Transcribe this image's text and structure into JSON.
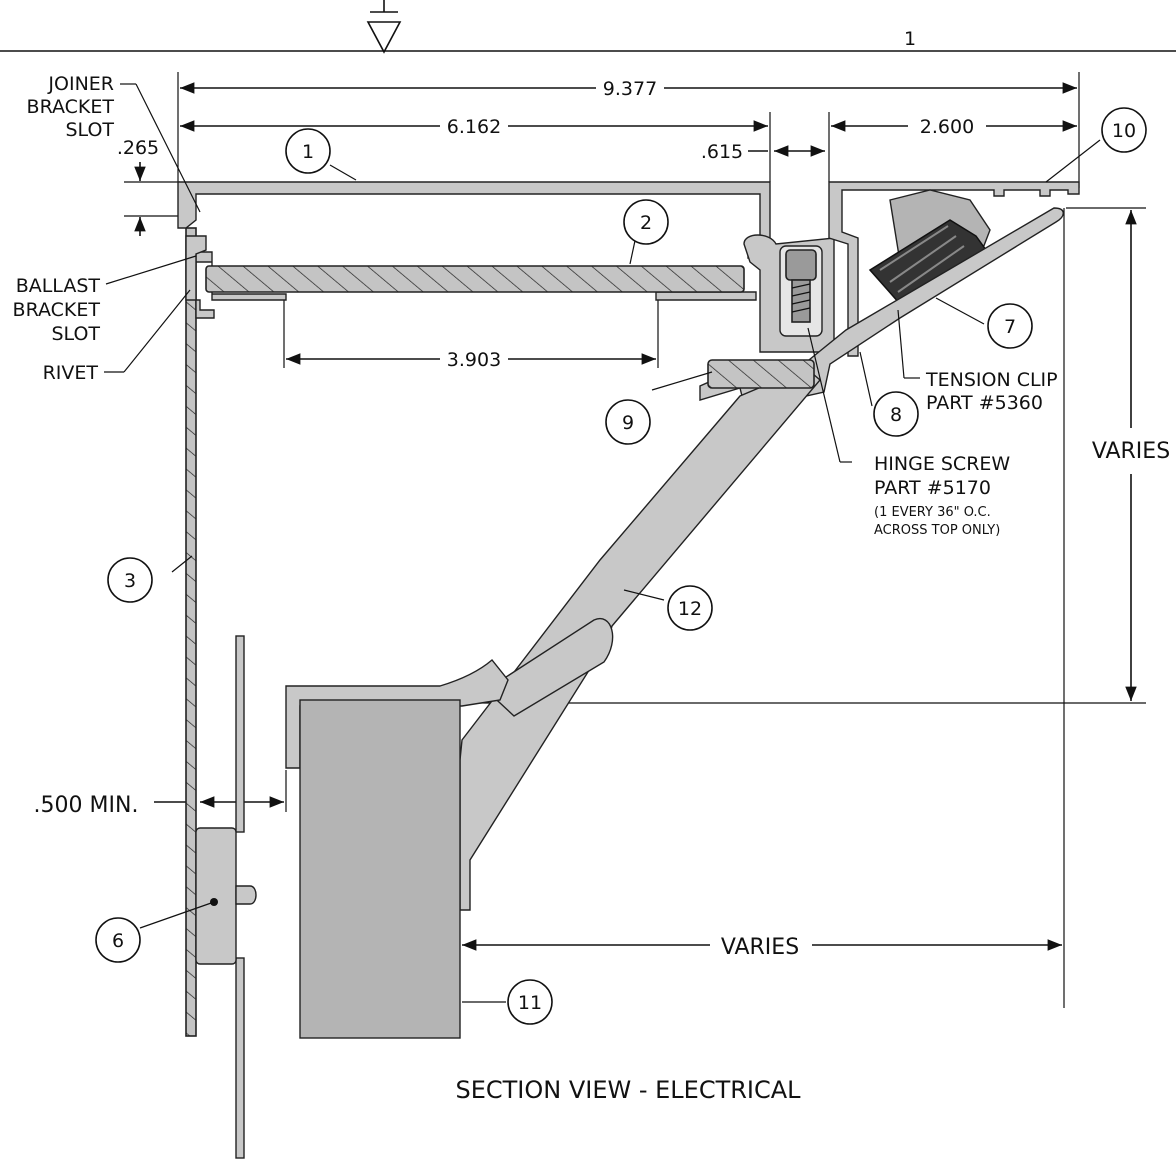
{
  "drawing": {
    "title": "SECTION VIEW - ELECTRICAL",
    "sheet_ref": "1",
    "dimensions": {
      "overall_width": "9.377",
      "left_width": "6.162",
      "gap": ".615",
      "right_width": "2.600",
      "bracket_slot_height": ".265",
      "inner_span": "3.903",
      "height_varies": "VARIES",
      "depth_varies": "VARIES",
      "clearance_min": ".500 MIN."
    },
    "labels": {
      "joiner_line1": "JOINER",
      "joiner_line2": "BRACKET",
      "joiner_line3": "SLOT",
      "ballast_line1": "BALLAST",
      "ballast_line2": "BRACKET",
      "ballast_line3": "SLOT",
      "rivet": "RIVET",
      "tension_line1": "TENSION CLIP",
      "tension_line2": "PART #5360",
      "hinge_line1": "HINGE SCREW",
      "hinge_line2": "PART #5170",
      "hinge_note1": "(1 EVERY 36\" O.C.",
      "hinge_note2": "ACROSS TOP ONLY)"
    },
    "callouts": [
      "1",
      "2",
      "3",
      "6",
      "7",
      "8",
      "9",
      "10",
      "11",
      "12"
    ]
  }
}
